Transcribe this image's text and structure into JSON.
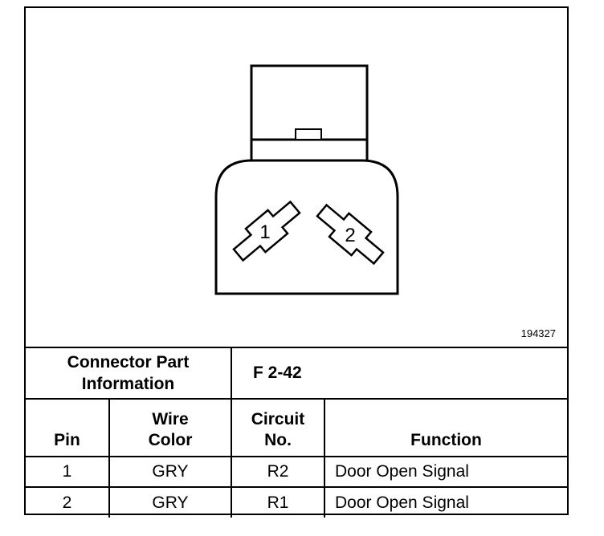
{
  "figure_id": "194327",
  "connector": {
    "pin_labels": [
      "1",
      "2"
    ]
  },
  "table": {
    "part_info_label": "Connector Part Information",
    "part_info_value": "F 2-42",
    "headers": {
      "pin": "Pin",
      "wire_color_line1": "Wire",
      "wire_color_line2": "Color",
      "circuit_line1": "Circuit",
      "circuit_line2": "No.",
      "function": "Function"
    },
    "rows": [
      {
        "pin": "1",
        "wire_color": "GRY",
        "circuit": "R2",
        "function": "Door Open Signal"
      },
      {
        "pin": "2",
        "wire_color": "GRY",
        "circuit": "R1",
        "function": "Door Open Signal"
      }
    ]
  }
}
